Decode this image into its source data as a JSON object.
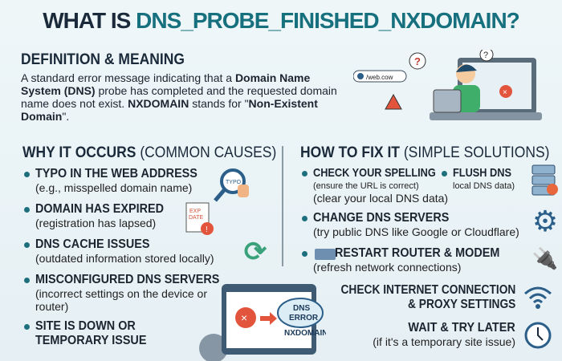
{
  "title": {
    "prefix": "WHAT IS ",
    "highlight": "DNS_PROBE_FINISHED_NXDOMAIN?"
  },
  "definition": {
    "heading": "DEFINITION & MEANING",
    "text1": "A standard error message indicating that a ",
    "bold1": "Domain Name System (DNS)",
    "text2": " probe has completed and the requested domain name does not exist. ",
    "bold2": "NXDOMAIN",
    "text3": " stands for \"",
    "bold3": "Non-Existent Domain",
    "text4": "\"."
  },
  "illustration": {
    "url_label": "/web.cow"
  },
  "causes": {
    "heading": "WHY IT OCCURS",
    "sub": "(COMMON CAUSES)",
    "items": [
      {
        "title": "TYPO IN THE WEB ADDRESS",
        "desc": "(e.g., misspelled domain name)",
        "icon": "magnifier-typo-icon",
        "icon_text": "TYPO"
      },
      {
        "title": "DOMAIN HAS EXPIRED",
        "desc": "(registration has lapsed)",
        "icon": "expired-document-icon",
        "icon_text": "EXP DATE"
      },
      {
        "title": "DNS CACHE ISSUES",
        "desc": "(outdated information stored locally)",
        "icon": "refresh-icon"
      },
      {
        "title": "MISCONFIGURED DNS SERVERS",
        "desc": "(incorrect settings on the device or router)"
      },
      {
        "title": "SITE IS DOWN OR TEMPORARY ISSUE",
        "desc": ""
      }
    ]
  },
  "error_graphic": {
    "cloud_line1": "DNS",
    "cloud_line2": "ERROR",
    "label": "NXDOMAIN"
  },
  "fixes": {
    "heading": "HOW TO FIX IT",
    "sub": "(SIMPLE SOLUTIONS)",
    "items": [
      {
        "title": "CHECK YOUR SPELLING",
        "desc": "(ensure the URL is correct)"
      },
      {
        "title": "FLUSH DNS",
        "desc": "local DNS data)",
        "desc2": "(clear your local DNS data)",
        "icon": "server-icon"
      },
      {
        "title": "CHANGE DNS SERVERS",
        "desc": "(try public DNS like Google or Cloudflare)",
        "icon": "gear-icon"
      },
      {
        "title": "RESTART ROUTER & MODEM",
        "desc": "(refresh network connections)",
        "icon": "plug-icon"
      },
      {
        "title": "CHECK INTERNET CONNECTION",
        "title2": "& PROXY SETTINGS",
        "icon": "wifi-icon"
      },
      {
        "title": "WAIT & TRY LATER",
        "desc": "(if it's a temporary site issue)",
        "icon": "clock-icon"
      }
    ]
  },
  "colors": {
    "accent": "#17707e",
    "navy": "#1b2a3a",
    "error": "#e2553c",
    "green": "#3aa27a"
  }
}
